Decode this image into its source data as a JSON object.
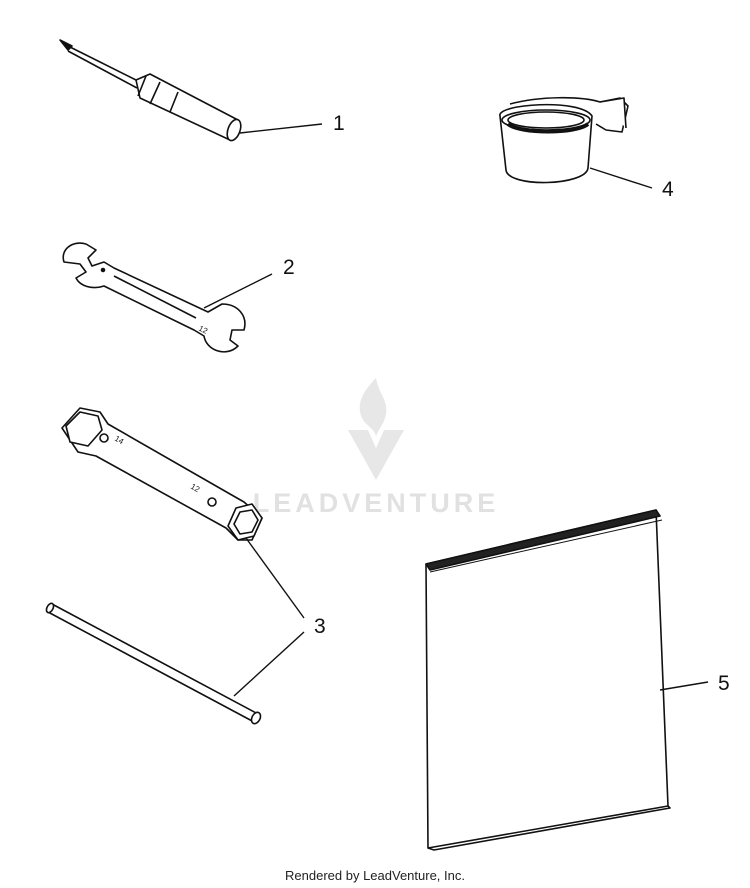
{
  "callouts": [
    {
      "id": "1",
      "label": "1",
      "part": "screwdriver"
    },
    {
      "id": "2",
      "label": "2",
      "part": "open-end wrench"
    },
    {
      "id": "3",
      "label": "3",
      "part": "tube socket wrench and tommy bar"
    },
    {
      "id": "4",
      "label": "4",
      "part": "tape roll"
    },
    {
      "id": "5",
      "label": "5",
      "part": "owner manual"
    }
  ],
  "watermark": {
    "text": "LEADVENTURE"
  },
  "footer": {
    "text": "Rendered by LeadVenture, Inc."
  },
  "colors": {
    "line": "#111111",
    "watermark": "#c9c9c9"
  }
}
